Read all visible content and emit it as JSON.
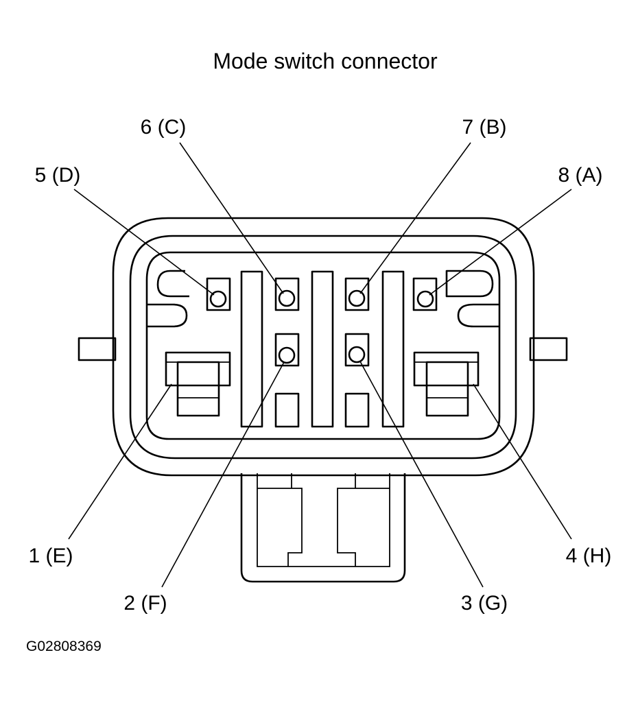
{
  "title": "Mode switch connector",
  "figure_code": "G02808369",
  "terminals": [
    {
      "id": "t1",
      "label": "1 (E)"
    },
    {
      "id": "t2",
      "label": "2 (F)"
    },
    {
      "id": "t3",
      "label": "3 (G)"
    },
    {
      "id": "t4",
      "label": "4 (H)"
    },
    {
      "id": "t5",
      "label": "5 (D)"
    },
    {
      "id": "t6",
      "label": "6 (C)"
    },
    {
      "id": "t7",
      "label": "7 (B)"
    },
    {
      "id": "t8",
      "label": "8 (A)"
    }
  ]
}
